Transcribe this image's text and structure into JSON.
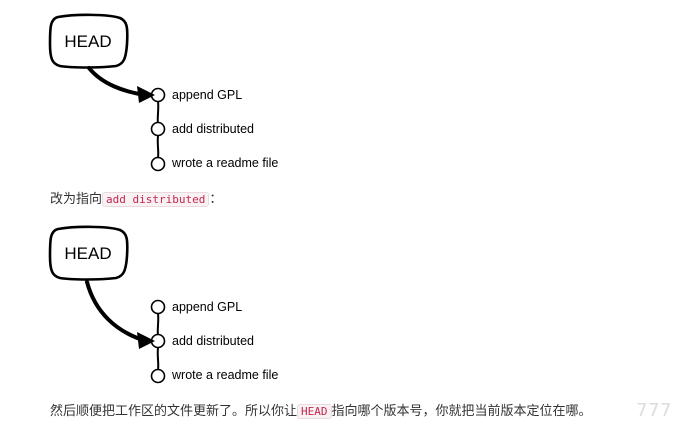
{
  "diagrams": [
    {
      "head_label": "HEAD",
      "commits": [
        "append GPL",
        "add distributed",
        "wrote a readme file"
      ],
      "head_points_to": 0
    },
    {
      "head_label": "HEAD",
      "commits": [
        "append GPL",
        "add distributed",
        "wrote a readme file"
      ],
      "head_points_to": 1
    }
  ],
  "text1": {
    "before": "改为指向",
    "code": "add distributed",
    "after": "："
  },
  "text2": {
    "before": "然后顺便把工作区的文件更新了。所以你让",
    "code": "HEAD",
    "after": "指向哪个版本号，你就把当前版本定位在哪。"
  },
  "watermark": "777",
  "colors": {
    "line": "#000000",
    "code_text": "#c7254e",
    "code_bg": "#f9f2f4"
  }
}
